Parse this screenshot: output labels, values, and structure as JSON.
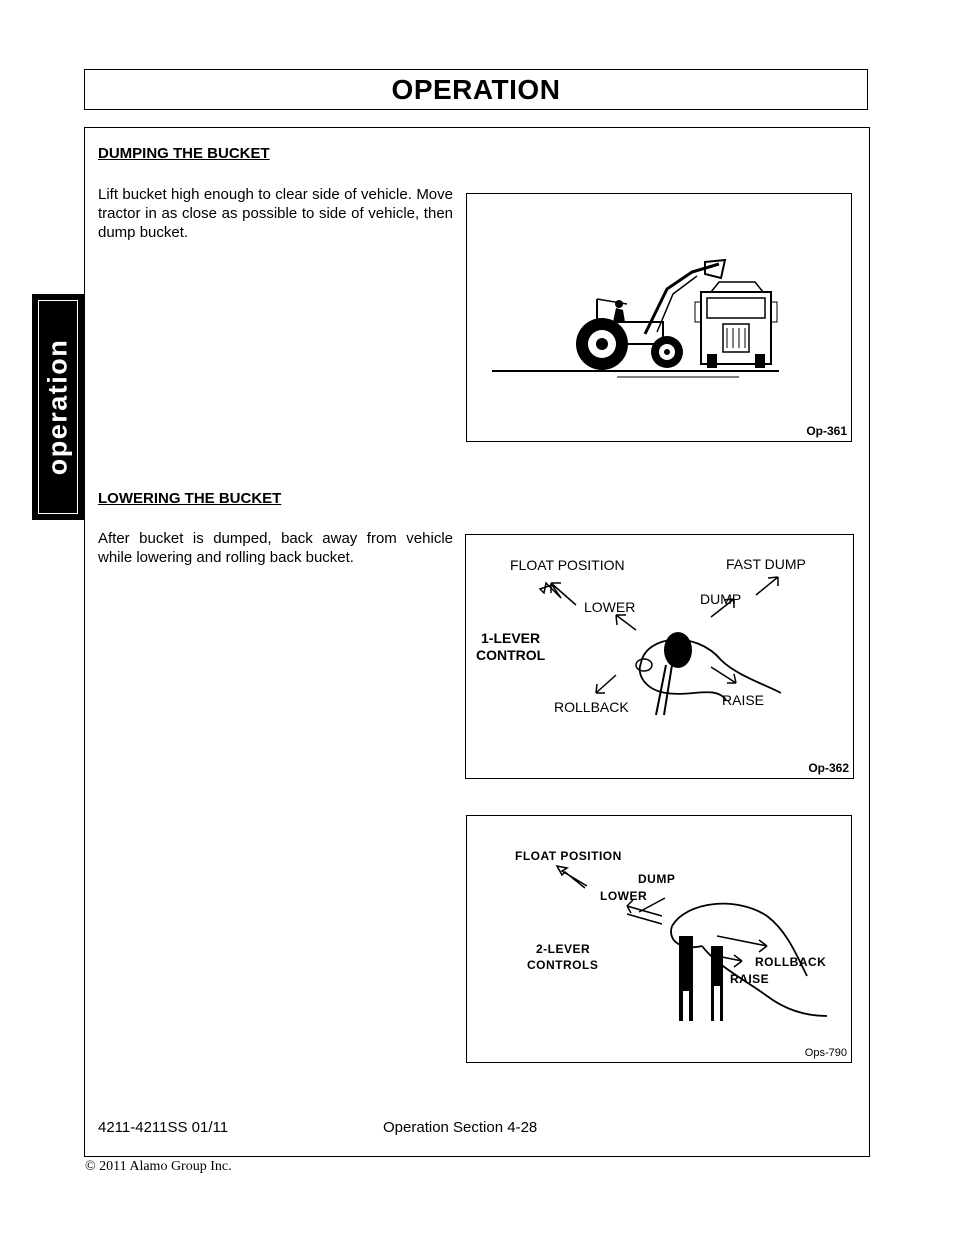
{
  "header": {
    "title": "OPERATION"
  },
  "side_tab": {
    "label": "operation"
  },
  "section1": {
    "heading": "DUMPING THE BUCKET",
    "text": "Lift bucket high enough to clear side of vehicle. Move tractor in as close as possible to side of vehicle, then dump bucket.",
    "figure": {
      "code": "Op-361"
    }
  },
  "section2": {
    "heading": "LOWERING THE BUCKET",
    "text": "After bucket is dumped, back away from vehicle while lowering and rolling back bucket.",
    "figure1": {
      "code": "Op-362",
      "labels": {
        "float_position": "FLOAT POSITION",
        "fast_dump": "FAST DUMP",
        "lower": "LOWER",
        "dump": "DUMP",
        "control_line1": "1-LEVER",
        "control_line2": "CONTROL",
        "rollback": "ROLLBACK",
        "raise": "RAISE"
      }
    },
    "figure2": {
      "code": "Ops-790",
      "labels": {
        "float_position": "FLOAT POSITION",
        "dump": "DUMP",
        "lower": "LOWER",
        "controls_line1": "2-LEVER",
        "controls_line2": "CONTROLS",
        "rollback": "ROLLBACK",
        "raise": "RAISE"
      }
    }
  },
  "footer": {
    "model": "4211-4211SS   01/11",
    "section": "Operation Section 4-28",
    "copyright": "© 2011 Alamo Group Inc."
  }
}
